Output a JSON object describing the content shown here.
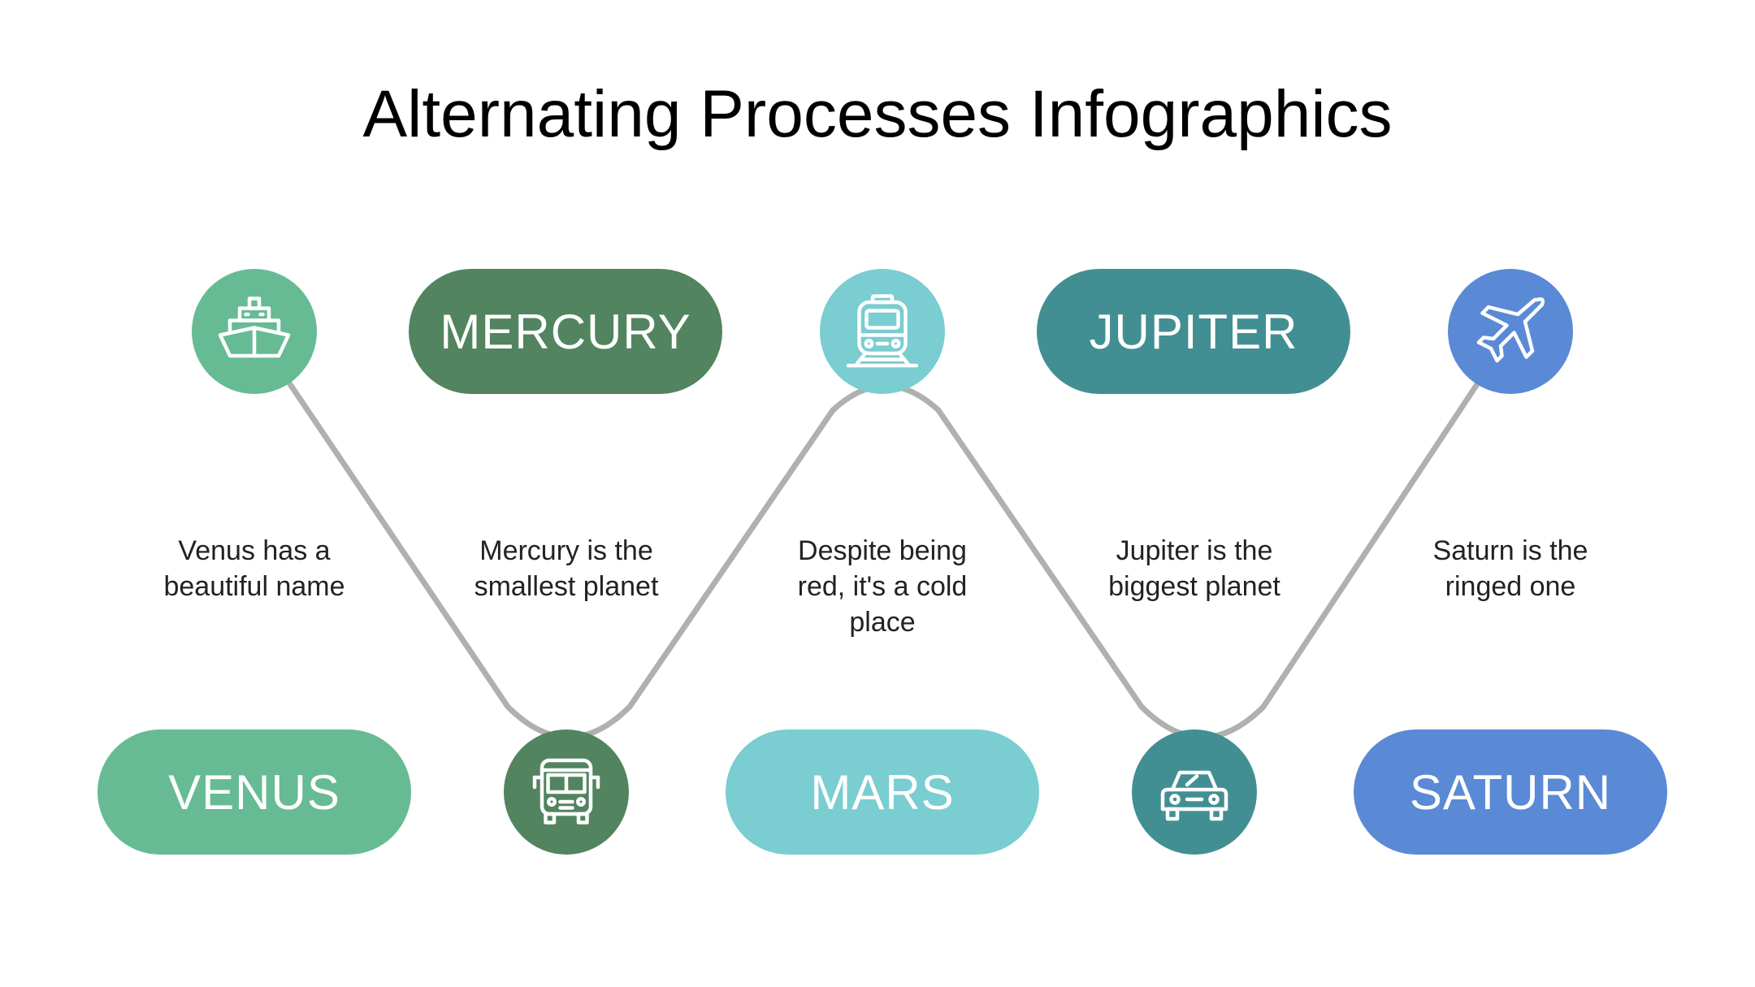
{
  "title": "Alternating Processes Infographics",
  "colors": {
    "venus": "#66bb94",
    "mercury": "#51845f",
    "mars": "#7acdd1",
    "jupiter": "#428f93",
    "saturn": "#5a8ad6",
    "connector": "#b0b0b0"
  },
  "steps": [
    {
      "name": "VENUS",
      "description": "Venus has a\nbeautiful name",
      "icon": "ship-icon"
    },
    {
      "name": "MERCURY",
      "description": "Mercury is the\nsmallest planet",
      "icon": "bus-icon"
    },
    {
      "name": "MARS",
      "description": "Despite being\nred, it's a cold\nplace",
      "icon": "train-icon"
    },
    {
      "name": "JUPITER",
      "description": "Jupiter is the\nbiggest planet",
      "icon": "car-icon"
    },
    {
      "name": "SATURN",
      "description": "Saturn is the\nringed one",
      "icon": "airplane-icon"
    }
  ]
}
